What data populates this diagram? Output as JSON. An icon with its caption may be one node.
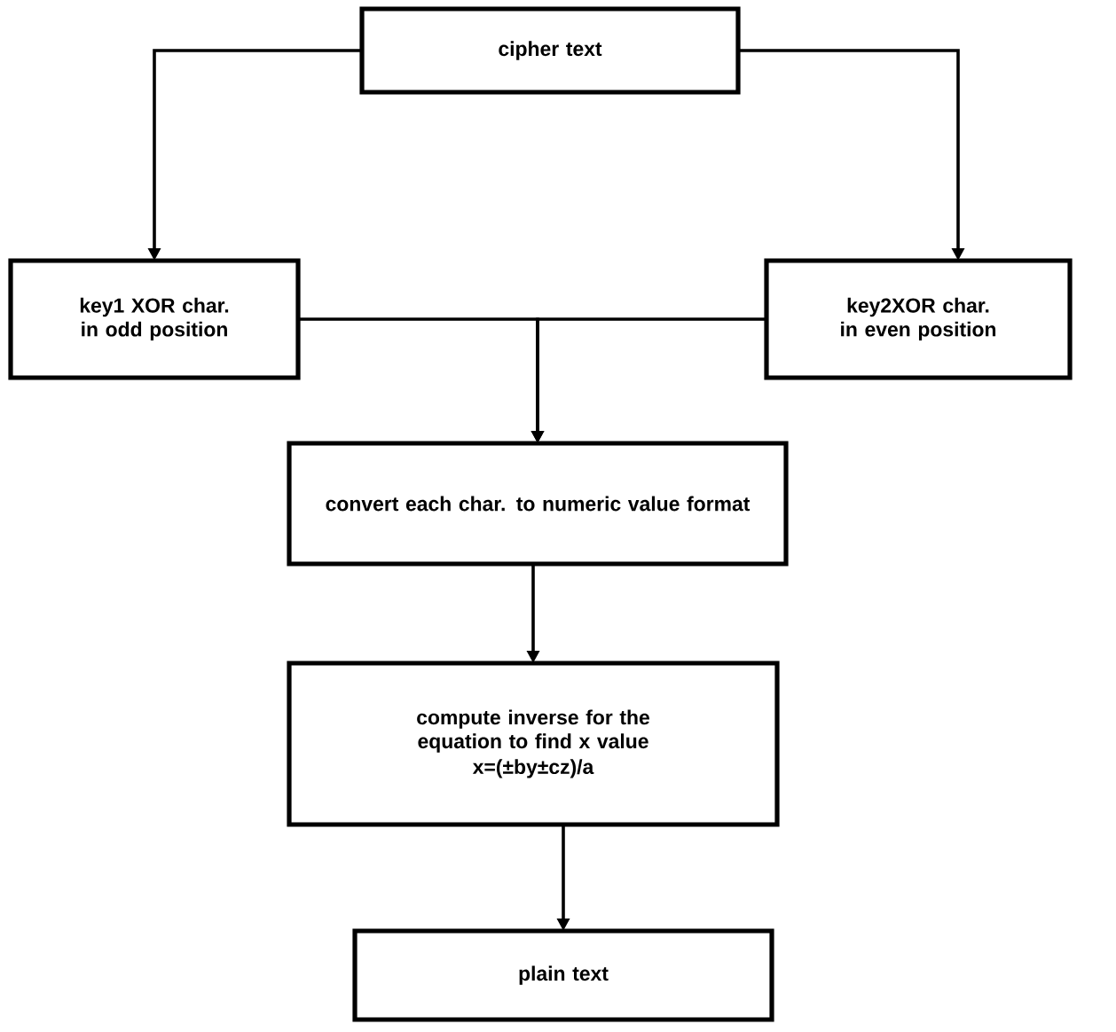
{
  "diagram": {
    "nodes": [
      {
        "text": [
          "cipher text"
        ]
      },
      {
        "text": [
          "key1 XOR char. in odd position"
        ]
      },
      {
        "text": [
          "key2XOR char. in even position"
        ]
      },
      {
        "text": [
          "convert each char. to numeric value format"
        ]
      },
      {
        "text": [
          "compute inverse for the equation to find x value",
          "x=(±by±cz)/a"
        ]
      },
      {
        "text": [
          "plain text"
        ]
      }
    ],
    "edges": [
      {
        "from": 0,
        "to": 1,
        "arrow": "to"
      },
      {
        "from": 0,
        "to": 2,
        "arrow": "to"
      },
      {
        "from": 1,
        "to": 3,
        "arrow": "to"
      },
      {
        "from": 2,
        "to": 3,
        "arrow": "to"
      },
      {
        "from": 3,
        "to": 4,
        "arrow": "to"
      },
      {
        "from": 4,
        "to": 5,
        "arrow": "to"
      }
    ]
  }
}
